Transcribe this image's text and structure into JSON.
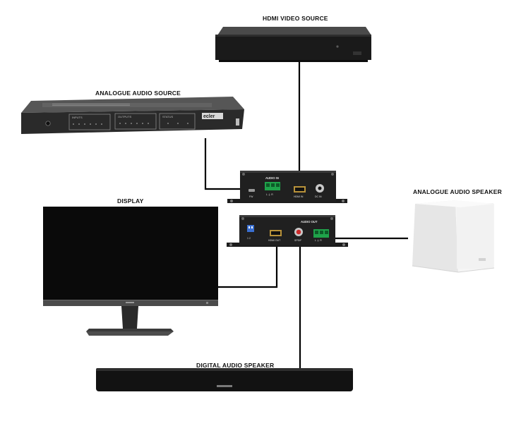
{
  "labels": {
    "hdmi_source": "HDMI VIDEO SOURCE",
    "analogue_source": "ANALOGUE AUDIO SOURCE",
    "display": "DISPLAY",
    "analogue_speaker": "ANALOGUE AUDIO SPEAKER",
    "digital_speaker": "DIGITAL AUDIO SPEAKER"
  },
  "extractor": {
    "top_panel_label": "AUDIO IN",
    "top_port_fw": "FW",
    "top_port_hdmi_in": "HDMI IN",
    "top_port_dc_in": "DC IN",
    "top_terminal": "L ⏚ R",
    "bottom_panel_label": "AUDIO OUT",
    "bottom_port_hdmi_out": "HDMI OUT",
    "bottom_port_spdif": "SPDIF",
    "bottom_terminal": "L ⏚ R",
    "bottom_switch": "1 2"
  },
  "rack": {
    "brand": "ecler",
    "section_inputs": "INPUTS",
    "section_outputs": "OUTPUTS",
    "section_status": "STATUS"
  },
  "colors": {
    "device_dark": "#1c1c1c",
    "connector_green": "#1fa34a",
    "cable": "#000000",
    "speaker_white": "#efefef"
  }
}
